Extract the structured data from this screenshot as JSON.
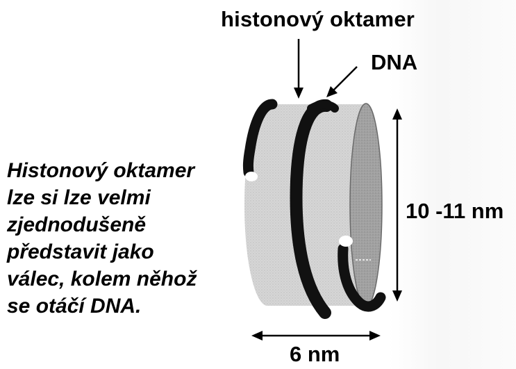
{
  "labels": {
    "histone_octamer": "histonový oktamer",
    "dna": "DNA",
    "height": "10 -11 nm",
    "width": "6 nm"
  },
  "caption": {
    "lines": [
      "Histonový oktamer",
      "lze si lze velmi",
      "zjednodušeně",
      "představit jako",
      "válec, kolem něhož",
      "se otáčí DNA."
    ]
  },
  "colors": {
    "cylinder_body": "#d4d4d4",
    "cylinder_face": "#9a9a9a",
    "dna_band": "#111111"
  }
}
